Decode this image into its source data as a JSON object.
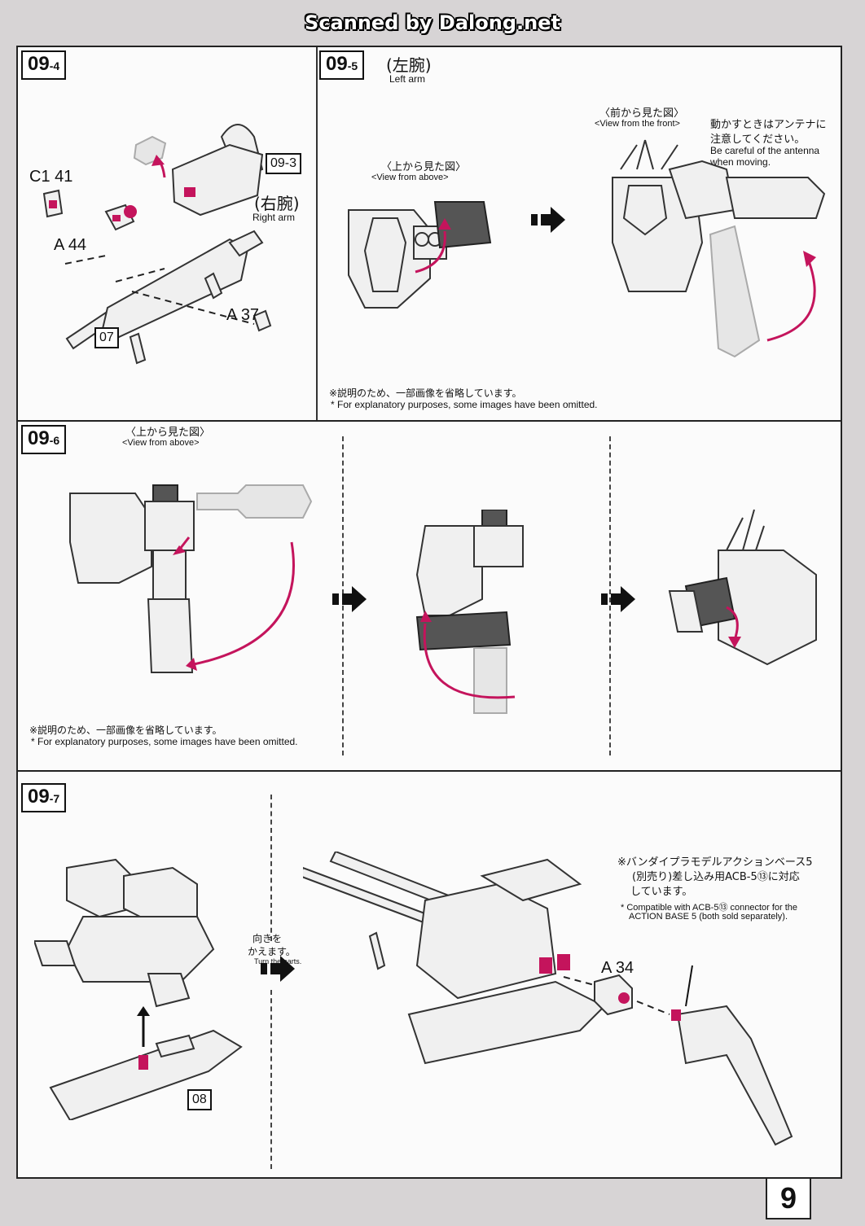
{
  "watermark": "Scanned by Dalong.net",
  "step_09_4": {
    "number": "09",
    "sub": "-4",
    "ref_step": "09-3",
    "part_c1": "C1",
    "part_c1_num": "41",
    "part_a44": "A",
    "part_a44_num": "44",
    "part_a37": "A",
    "part_a37_num": "37",
    "arm_jp": "(右腕)",
    "arm_en": "Right arm",
    "ref_part": "07"
  },
  "step_09_5": {
    "number": "09",
    "sub": "-5",
    "title_jp": "(左腕)",
    "title_en": "Left arm",
    "view_above_jp": "〈上から見た図〉",
    "view_above_en": "<View from above>",
    "view_front_jp": "〈前から見た図〉",
    "view_front_en": "<View from the front>",
    "caution_jp_1": "動かすときはアンテナに",
    "caution_jp_2": "注意してください。",
    "caution_en_1": "Be careful of the antenna",
    "caution_en_2": "when moving.",
    "note_jp": "※説明のため、一部画像を省略しています。",
    "note_en": "* For explanatory purposes, some images have been omitted."
  },
  "step_09_6": {
    "number": "09",
    "sub": "-6",
    "view_above_jp": "〈上から見た図〉",
    "view_above_en": "<View from above>",
    "note_jp": "※説明のため、一部画像を省略しています。",
    "note_en": "* For explanatory purposes, some images have been omitted."
  },
  "step_09_7": {
    "number": "09",
    "sub": "-7",
    "turn_jp_1": "向きを",
    "turn_jp_2": "かえます。",
    "turn_en": "Turn the parts.",
    "ref_part": "08",
    "part_a34": "A",
    "part_a34_num": "34",
    "compat_jp_1": "※バンダイプラモデルアクションベース5",
    "compat_jp_2": "(別売り)差し込み用ACB-5⑬に対応",
    "compat_jp_3": "しています。",
    "compat_en_1": "* Compatible with ACB-5⑬ connector for the",
    "compat_en_2": "ACTION BASE 5 (both sold separately)."
  },
  "page_number": "9"
}
